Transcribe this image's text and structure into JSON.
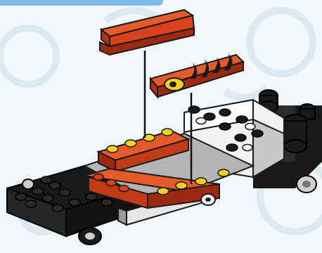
{
  "scene": {
    "subject": "lego-car-chassis-build-step",
    "colors": {
      "background": "#f2f7fb",
      "background_pattern": "#dbe9f3",
      "callout_tab": "#7ab8e8",
      "brick_red": "#d8431e",
      "brick_red_dark": "#9c2a10",
      "brick_black": "#1a1a1a",
      "brick_white": "#f2f2f2",
      "brick_grey": "#b4b4b4",
      "stud_yellow": "#f2d21c",
      "guide_line": "#111111"
    },
    "parts": [
      {
        "name": "red-bracket-piece"
      },
      {
        "name": "flame-decorated-tile"
      },
      {
        "name": "car-chassis"
      }
    ]
  }
}
